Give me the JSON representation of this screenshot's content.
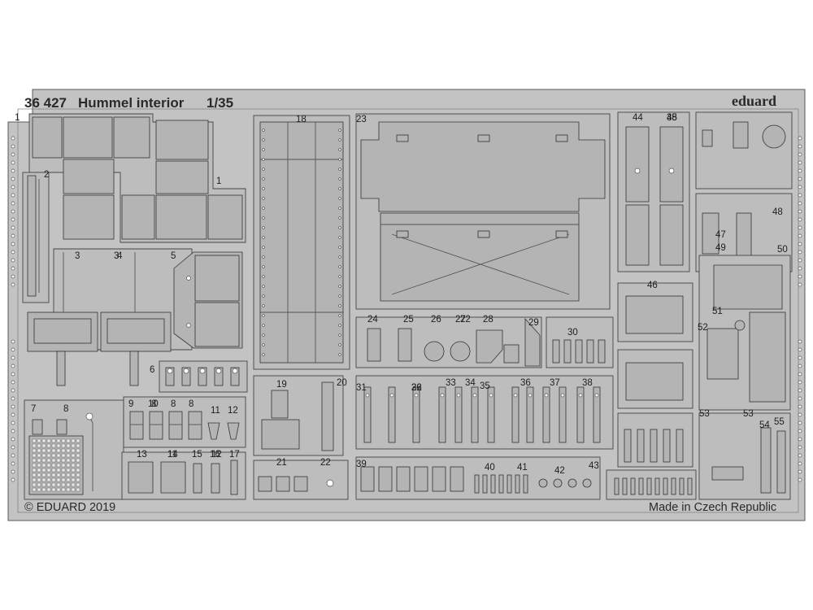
{
  "sheet": {
    "code": "36 427",
    "title": "Hummel interior",
    "scale": "1/35",
    "brand": "eduard",
    "copyright": "© EDUARD 2019",
    "origin": "Made in Czech Republic"
  },
  "part_numbers": [
    "1",
    "2",
    "3",
    "4",
    "5",
    "6",
    "7",
    "8",
    "9",
    "10",
    "11",
    "12",
    "13",
    "14",
    "15",
    "16",
    "17",
    "18",
    "19",
    "20",
    "21",
    "22",
    "23",
    "24",
    "25",
    "26",
    "27",
    "28",
    "29",
    "30",
    "31",
    "32",
    "33",
    "34",
    "35",
    "36",
    "37",
    "38",
    "39",
    "40",
    "41",
    "42",
    "43",
    "44",
    "45",
    "46",
    "47",
    "48",
    "49",
    "50",
    "51",
    "52",
    "53",
    "54",
    "55"
  ],
  "colors": {
    "fret": "#c3c3c3",
    "part": "#bdbdbd",
    "outline": "#444444",
    "background": "#ffffff"
  }
}
